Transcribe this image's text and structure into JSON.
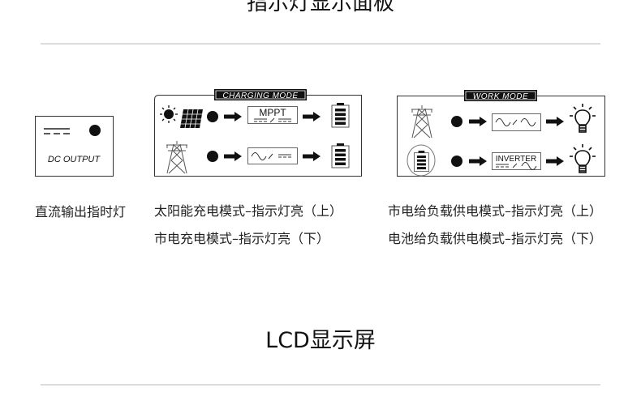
{
  "section1": {
    "title": "指示灯显示面板"
  },
  "dc_panel": {
    "label": "DC OUTPUT",
    "caption": "直流输出指时灯"
  },
  "charging_panel": {
    "label": "CHARGING MODE",
    "row1_box": "MPPT",
    "captions": [
      "太阳能充电模式–指示灯亮（上）",
      "市电充电模式–指示灯亮（下）"
    ]
  },
  "work_panel": {
    "label": "WORK MODE",
    "row2_box": "INVERTER",
    "captions": [
      "市电给负载供电模式–指示灯亮（上）",
      "电池给负载供电模式–指示灯亮（下）"
    ]
  },
  "section2": {
    "title": "LCD显示屏"
  }
}
